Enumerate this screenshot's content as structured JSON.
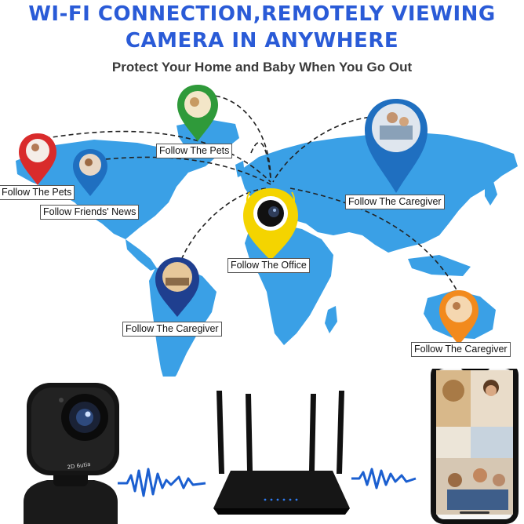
{
  "header": {
    "title_line1": "WI-FI CONNECTION,REMOTELY VIEWING",
    "title_line2": "CAMERA IN ANYWHERE",
    "subtitle": "Protect Your Home and Baby When You Go Out"
  },
  "map_labels": {
    "pets_top": "Follow The Pets",
    "pets_left": "Follow The Pets",
    "friends": "Follow Friends' News",
    "caregiver_right": "Follow The Caregiver",
    "office": "Follow The Office",
    "caregiver_south_america": "Follow The Caregiver",
    "caregiver_australia": "Follow The Caregiver"
  },
  "camera": {
    "label": "2D 6utia"
  },
  "colors": {
    "title": "#2a5bd7",
    "map": "#3aa0e6",
    "pin_red": "#d92b2b",
    "pin_green": "#2f9a3a",
    "pin_blue": "#1f6fc0",
    "pin_yellow": "#f4d400",
    "pin_navy": "#1f3f8f",
    "pin_orange": "#f28a1d",
    "wave": "#1b5fd0"
  }
}
